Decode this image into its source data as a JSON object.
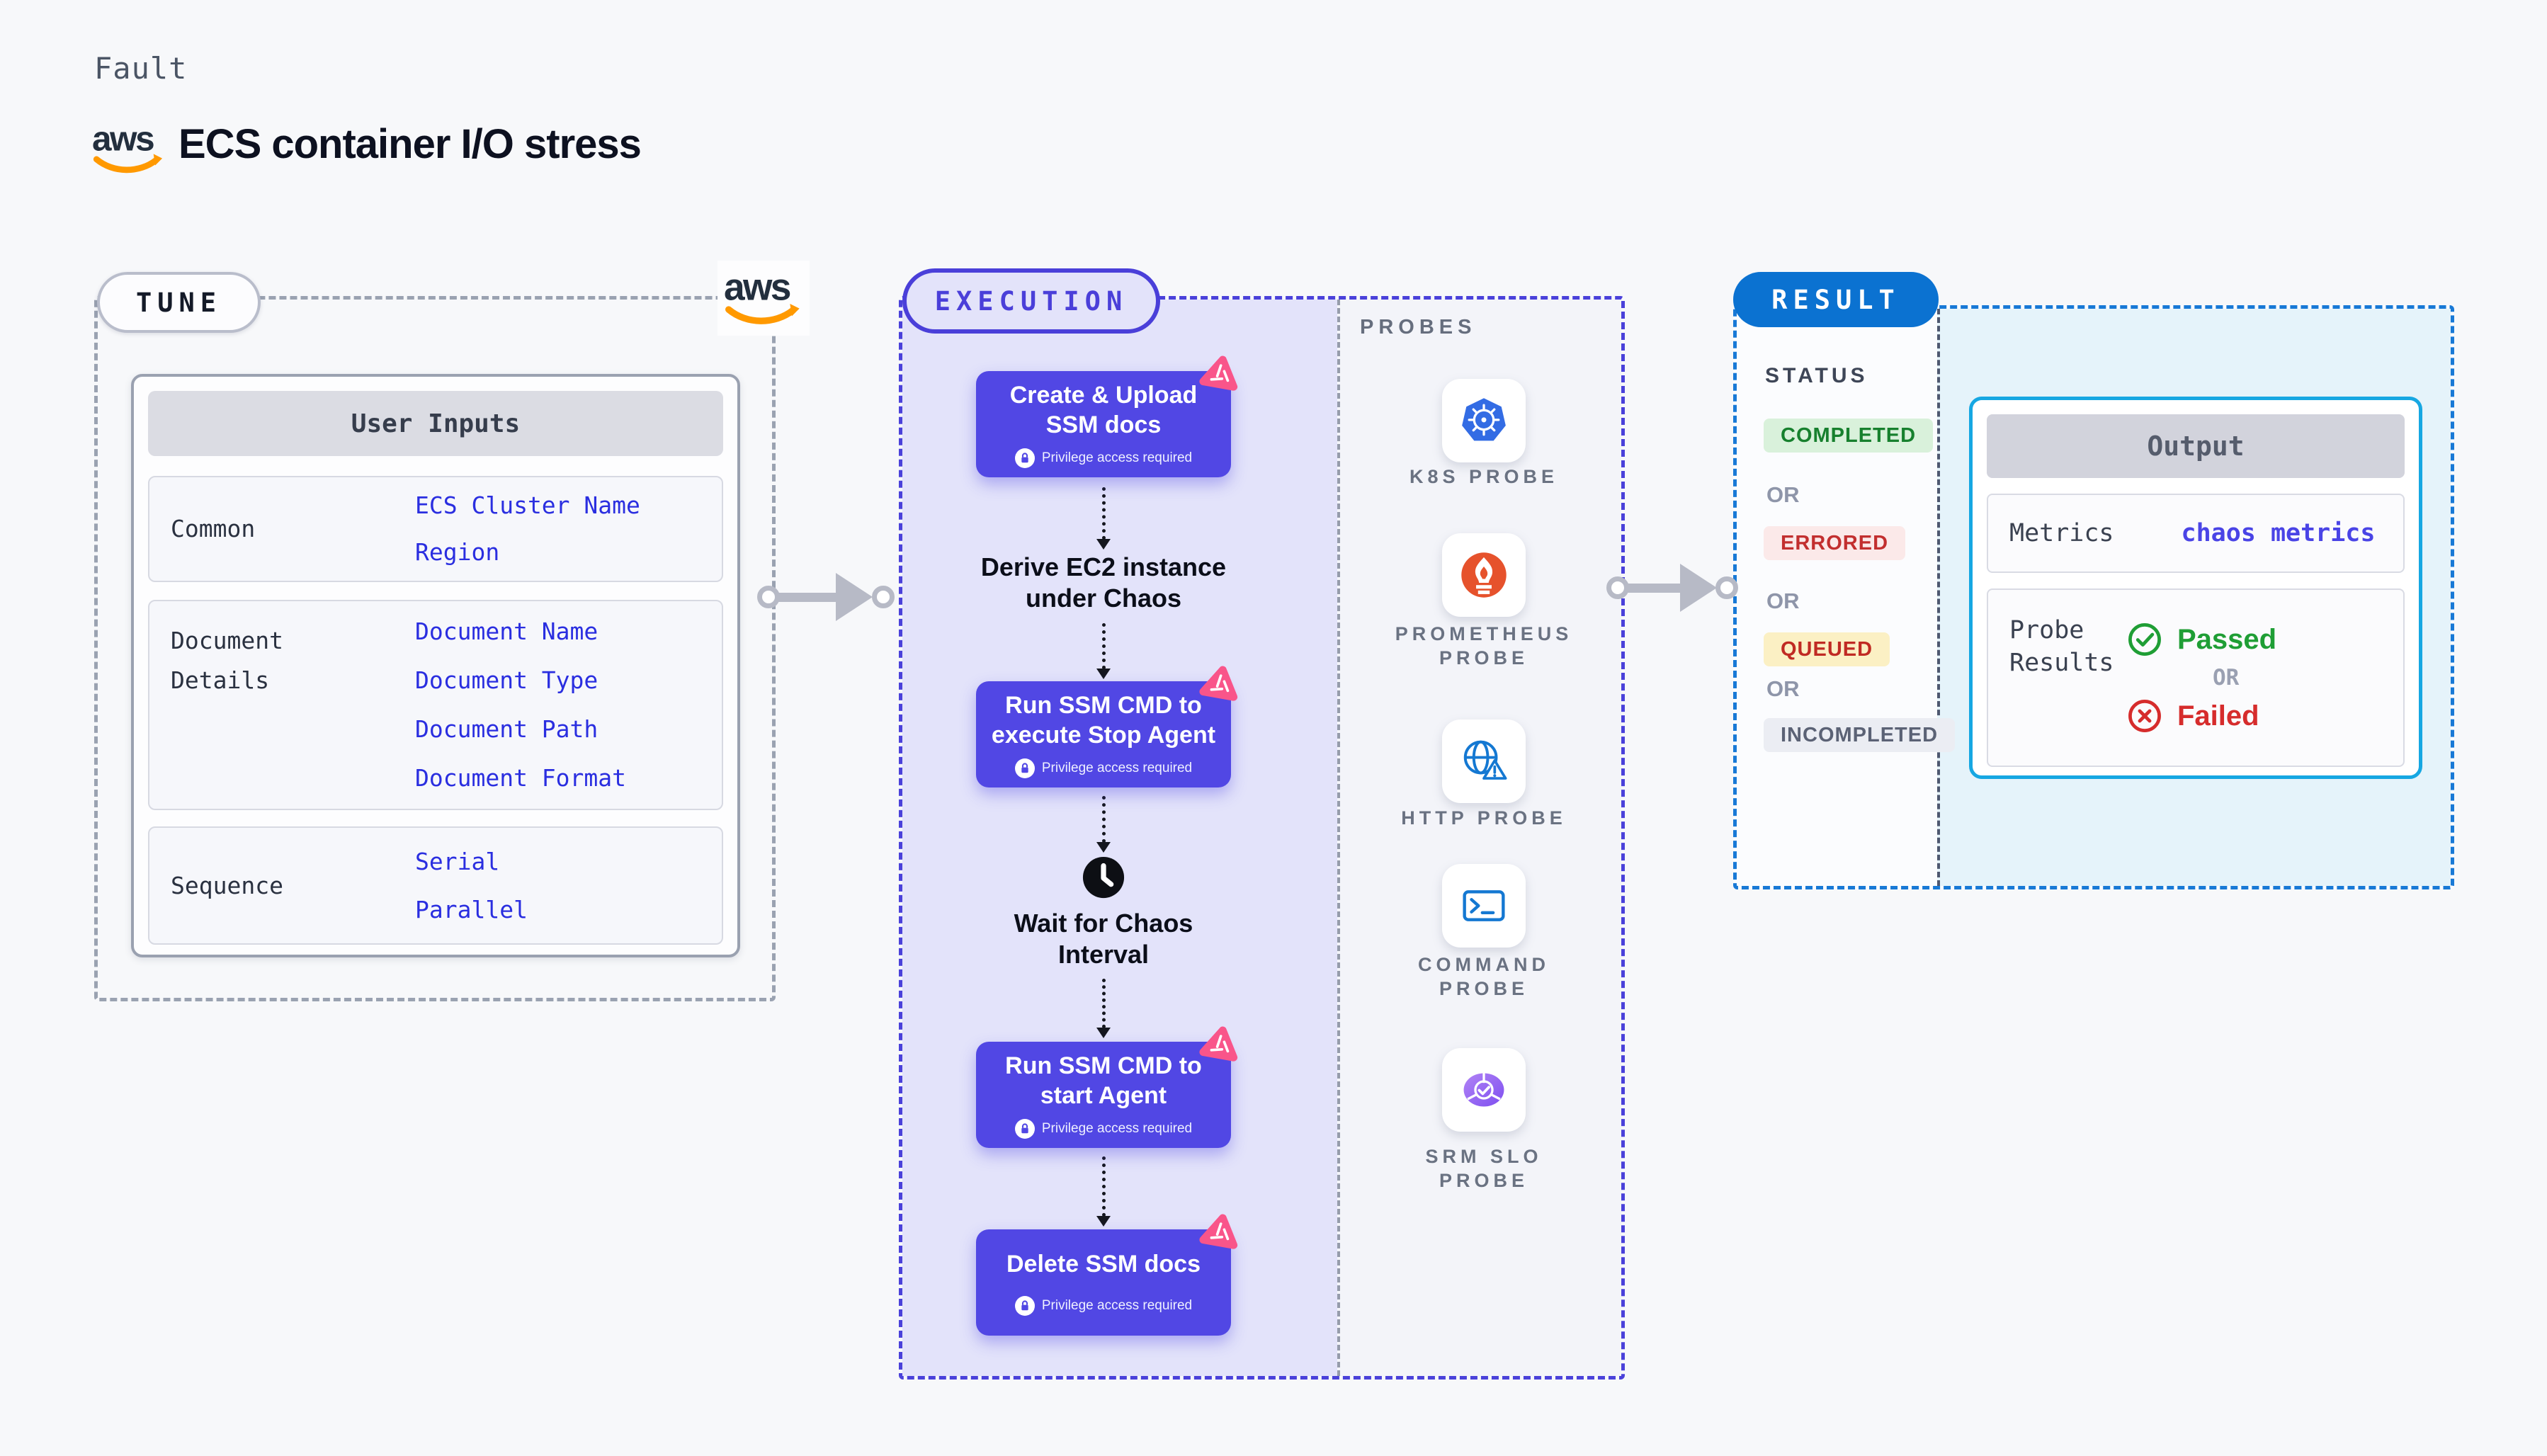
{
  "header": {
    "eyebrow": "Fault",
    "title": "ECS container I/O stress",
    "aws_logo": "aws"
  },
  "tune": {
    "pill": "TUNE",
    "table": {
      "header": "User Inputs",
      "rows": [
        {
          "label": "Common",
          "values": [
            "ECS Cluster Name",
            "Region"
          ]
        },
        {
          "label": "Document Details",
          "values": [
            "Document Name",
            "Document Type",
            "Document Path",
            "Document Format"
          ]
        },
        {
          "label": "Sequence",
          "values": [
            "Serial",
            "Parallel"
          ]
        }
      ]
    }
  },
  "execution": {
    "pill": "EXECUTION",
    "privilege_note": "Privilege access required",
    "steps": [
      {
        "title": "Create & Upload\nSSM docs"
      },
      {
        "title": "Run SSM CMD to\nexecute Stop Agent"
      },
      {
        "title": "Run SSM CMD to\nstart Agent"
      },
      {
        "title": "Delete SSM docs"
      }
    ],
    "derive_note": "Derive EC2 instance\nunder Chaos",
    "wait_note": "Wait for Chaos\nInterval",
    "probes": {
      "label": "PROBES",
      "items": [
        {
          "label": "K8S PROBE",
          "icon": "kubernetes-icon"
        },
        {
          "label": "PROMETHEUS\nPROBE",
          "icon": "prometheus-icon"
        },
        {
          "label": "HTTP PROBE",
          "icon": "http-globe-icon"
        },
        {
          "label": "COMMAND\nPROBE",
          "icon": "command-terminal-icon"
        },
        {
          "label": "SRM SLO\nPROBE",
          "icon": "srm-slo-icon"
        }
      ]
    }
  },
  "result": {
    "pill": "RESULT",
    "status": {
      "label": "STATUS",
      "or": "OR",
      "badges": [
        {
          "label": "COMPLETED",
          "fg": "#17802e",
          "bg": "#d9f1db"
        },
        {
          "label": "ERRORED",
          "fg": "#c22f2f",
          "bg": "#fbe9e9"
        },
        {
          "label": "QUEUED",
          "fg": "#c02a23",
          "bg": "#fbf0c4"
        },
        {
          "label": "INCOMPLETED",
          "fg": "#5b6275",
          "bg": "#ebedf3"
        }
      ]
    },
    "output": {
      "header": "Output",
      "metrics_label": "Metrics",
      "metrics_value": "chaos metrics",
      "probe_results_label": "Probe\nResults",
      "passed": "Passed",
      "or": "OR",
      "failed": "Failed"
    }
  },
  "colors": {
    "page_bg": "#f7f8fa",
    "indigo_block": "#5147e4",
    "indigo_dash": "#4a41da",
    "lavender_panel": "#e3e3fa",
    "pink_badge": "#f9558a",
    "table_value_blue": "#2a2ee0",
    "result_pill_blue": "#0b72d1",
    "result_dash_blue": "#1879d6",
    "output_border_cyan": "#16a7e2",
    "cyan_panel": "#e5f3fa",
    "passed_green": "#1f9e35",
    "failed_red": "#d62c2c",
    "aws_orange": "#ff9900",
    "aws_navy": "#232f3e"
  }
}
